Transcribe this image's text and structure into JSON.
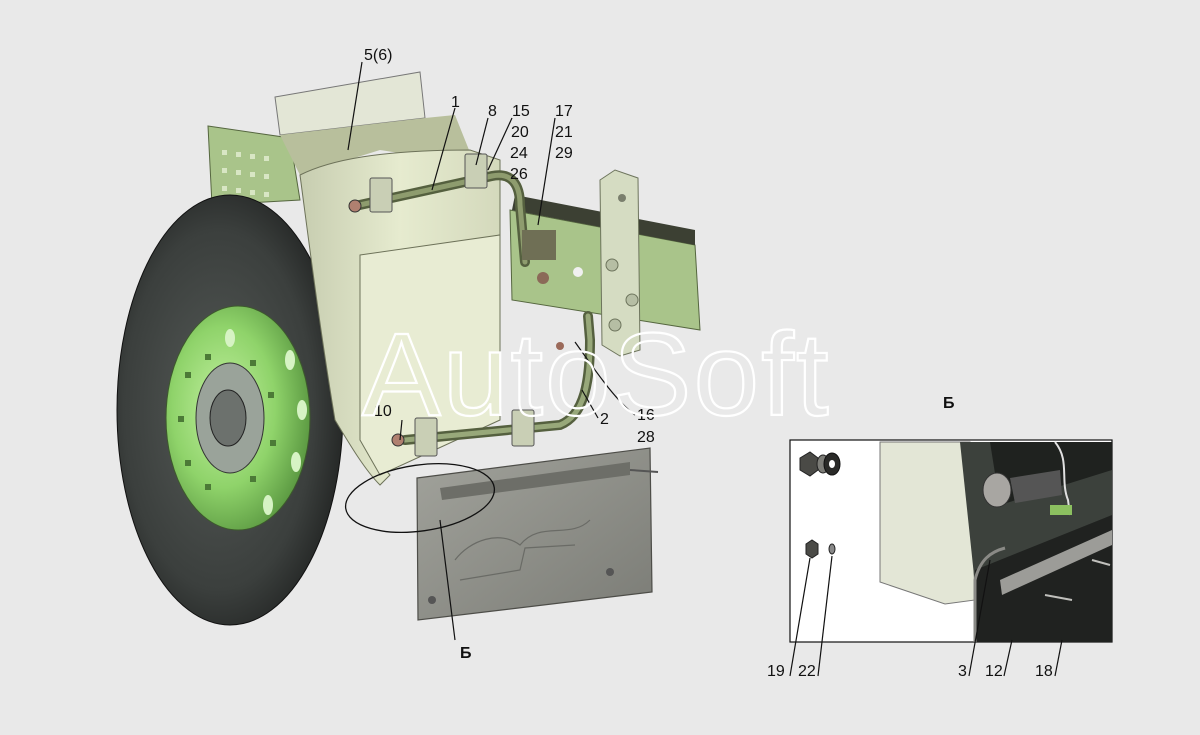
{
  "watermark": "AutoSoft",
  "main_view": {
    "callouts": {
      "c_5_6": "5(6)",
      "c_1": "1",
      "c_8": "8",
      "c_15": "15",
      "c_20": "20",
      "c_24": "24",
      "c_26": "26",
      "c_17": "17",
      "c_21": "21",
      "c_29": "29",
      "c_10": "10",
      "c_2": "2",
      "c_16": "16",
      "c_28": "28"
    },
    "detail_marker": "Б"
  },
  "detail_view": {
    "title": "Б",
    "callouts": {
      "c_19": "19",
      "c_22": "22",
      "c_3": "3",
      "c_12": "12",
      "c_18": "18"
    }
  },
  "colors": {
    "background": "#e9e9e9",
    "rim": "#8fd36a",
    "tire": "#3a3e3c",
    "fender": "#e3e8c9",
    "frame": "#a9c48a",
    "mudflap": "#8c8c86",
    "pipe": "#6f7f58"
  }
}
